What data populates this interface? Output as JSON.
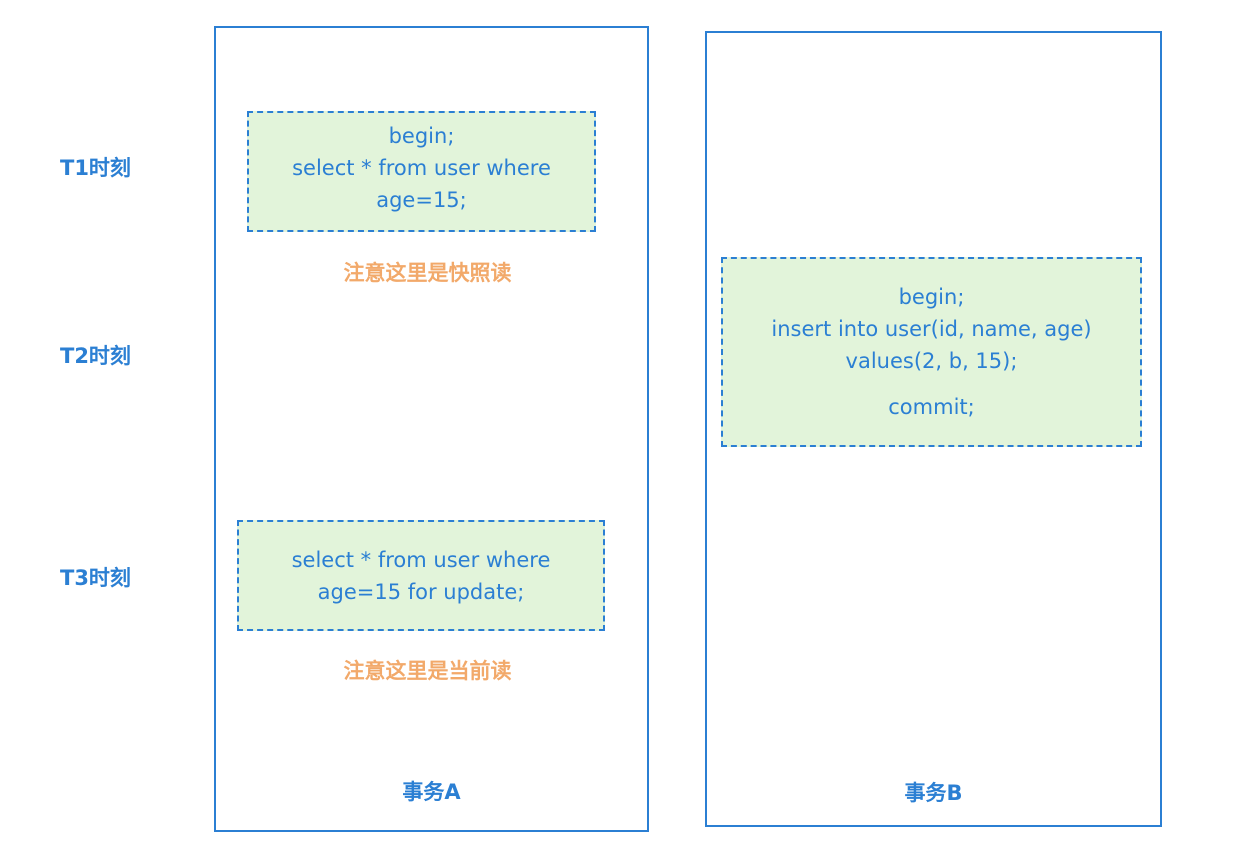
{
  "time_labels": {
    "t1": "T1时刻",
    "t2": "T2时刻",
    "t3": "T3时刻"
  },
  "transaction_a": {
    "title": "事务A",
    "t1_code": [
      "begin;",
      "select * from user where",
      "age=15;"
    ],
    "t1_note": "注意这里是快照读",
    "t3_code": [
      "select * from user where",
      "age=15 for update;"
    ],
    "t3_note": "注意这里是当前读"
  },
  "transaction_b": {
    "title": "事务B",
    "code": [
      "begin;",
      "insert into user(id, name, age)",
      "values(2, b, 15);",
      "commit;"
    ]
  },
  "colors": {
    "primary": "#2b7fd3",
    "code_box_fill": "#e2f4da",
    "note": "#f2a96a"
  }
}
